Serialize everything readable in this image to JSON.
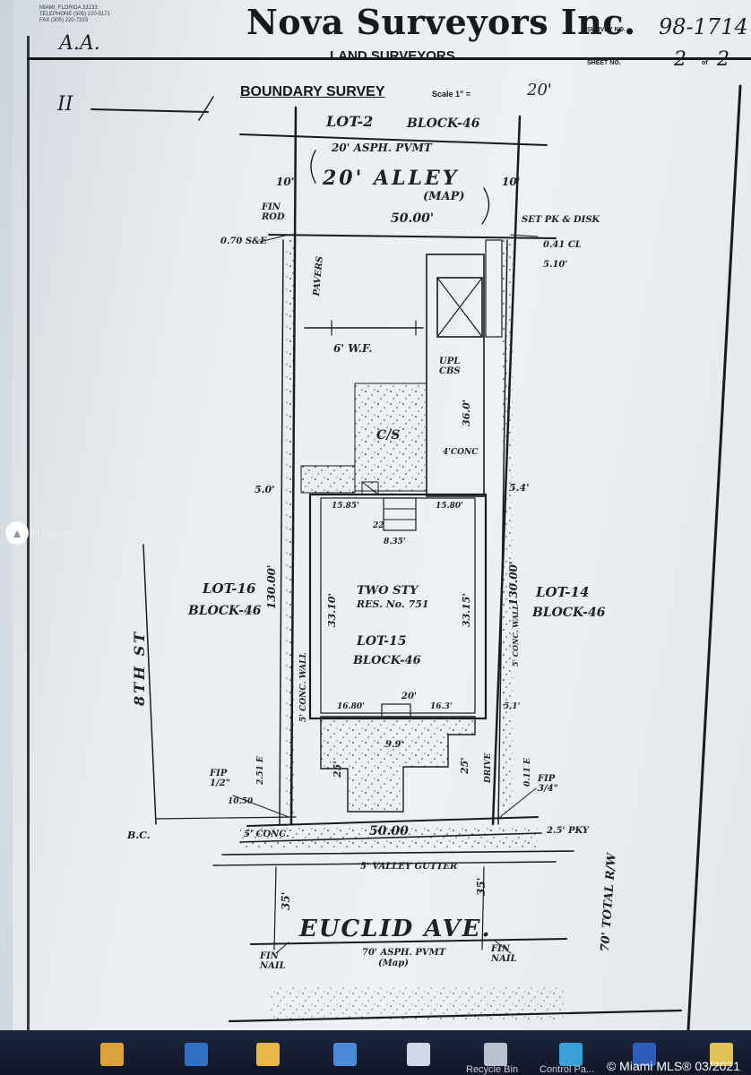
{
  "header": {
    "company": "Nova Surveyors Inc.",
    "subtitle": "LAND SURVEYORS",
    "address_lines": [
      "MIAMI, FLORIDA 33133",
      "TELEPHONE (305) 220-5171",
      "FAX (305) 220-7333"
    ],
    "initials": "A.A.",
    "survey_no_label": "SURVEY NO.",
    "survey_no": "98-1714",
    "sheet_label": "SHEET NO.",
    "sheet_no": "2",
    "sheet_of": "of",
    "sheet_total": "2"
  },
  "survey": {
    "title": "BOUNDARY SURVEY",
    "scale_label": "Scale 1\" =",
    "scale_value": "20'",
    "north_mark": "II"
  },
  "plan": {
    "top_lot": "LOT-2",
    "top_block": "BLOCK-46",
    "alley_plat": "20' ASPH. PVMT",
    "alley": "20' ALLEY",
    "alley_map": "(MAP)",
    "width_top": "50.00'",
    "dim_top_left": "10'",
    "dim_top_right": "10'",
    "fin_left": "FIN ROD",
    "fin_right": "SET PK & DISK",
    "offset_left": "0.70 S&E",
    "offset_right": "0.41 CL",
    "offset_right2": "5.10'",
    "fence": "6' W.F.",
    "concrete_label": "PAVERS",
    "upl": "UPL CBS",
    "pool_depth": "36.0'",
    "slab": "C/S",
    "stoop": "4'CONC",
    "dim_50_left": "5.0'",
    "dim_50_right": "5.4'",
    "house_dim_left": "15.85'",
    "house_dim_right": "15.80'",
    "stairs_width": "8.35'",
    "stair_mark": "22",
    "lot_depth_left": "130.00'",
    "lot_depth_right": "130.00'",
    "house_len_left": "33.10'",
    "house_len_right": "33.15'",
    "house_desc1": "TWO STY",
    "house_desc2": "RES. No. 751",
    "lot_center": "LOT-15",
    "block_center": "BLOCK-46",
    "lot_left": "LOT-16",
    "block_left": "BLOCK-46",
    "lot_right": "LOT-14",
    "block_right": "BLOCK-46",
    "wall_left": "5' CONC. WALL",
    "wall_right": "5' CONC. WALL",
    "front_dim_left": "16.80'",
    "front_center": "20'",
    "front_dim_right": "16.3'",
    "front_right_small": "5.1'",
    "drive_left": "25'",
    "drive_right": "25'",
    "porch": "9.9'",
    "drive": "DRIVE",
    "street_side": "8TH ST",
    "fip_left": "FIP 1/2\"",
    "fip_left_val": "2.51 E",
    "fip_left2": "10.50",
    "fip_right": "FIP 3/4\"",
    "fip_right_val": "0.11 E",
    "bc_mark": "B.C.",
    "width_bottom": "50.00",
    "sidewalk": "5' CONC.",
    "swk_right": "2.5' PKY",
    "gutter": "5' VALLEY GUTTER",
    "dim_bottom_left": "35'",
    "dim_bottom_right": "35'",
    "street": "EUCLID AVE.",
    "plat": "70' ASPH. PVMT",
    "plat_sub": "(Map)",
    "total_row": "70' TOTAL R/W",
    "fin_bl": "FIN NAIL",
    "fin_br": "FIN NAIL"
  },
  "overlay": {
    "mls_id": "A11006083",
    "watermark": "© Miami MLS® 03/2021"
  },
  "taskbar": {
    "labels": [
      "Recycle Bin",
      "Control Pa..."
    ]
  }
}
